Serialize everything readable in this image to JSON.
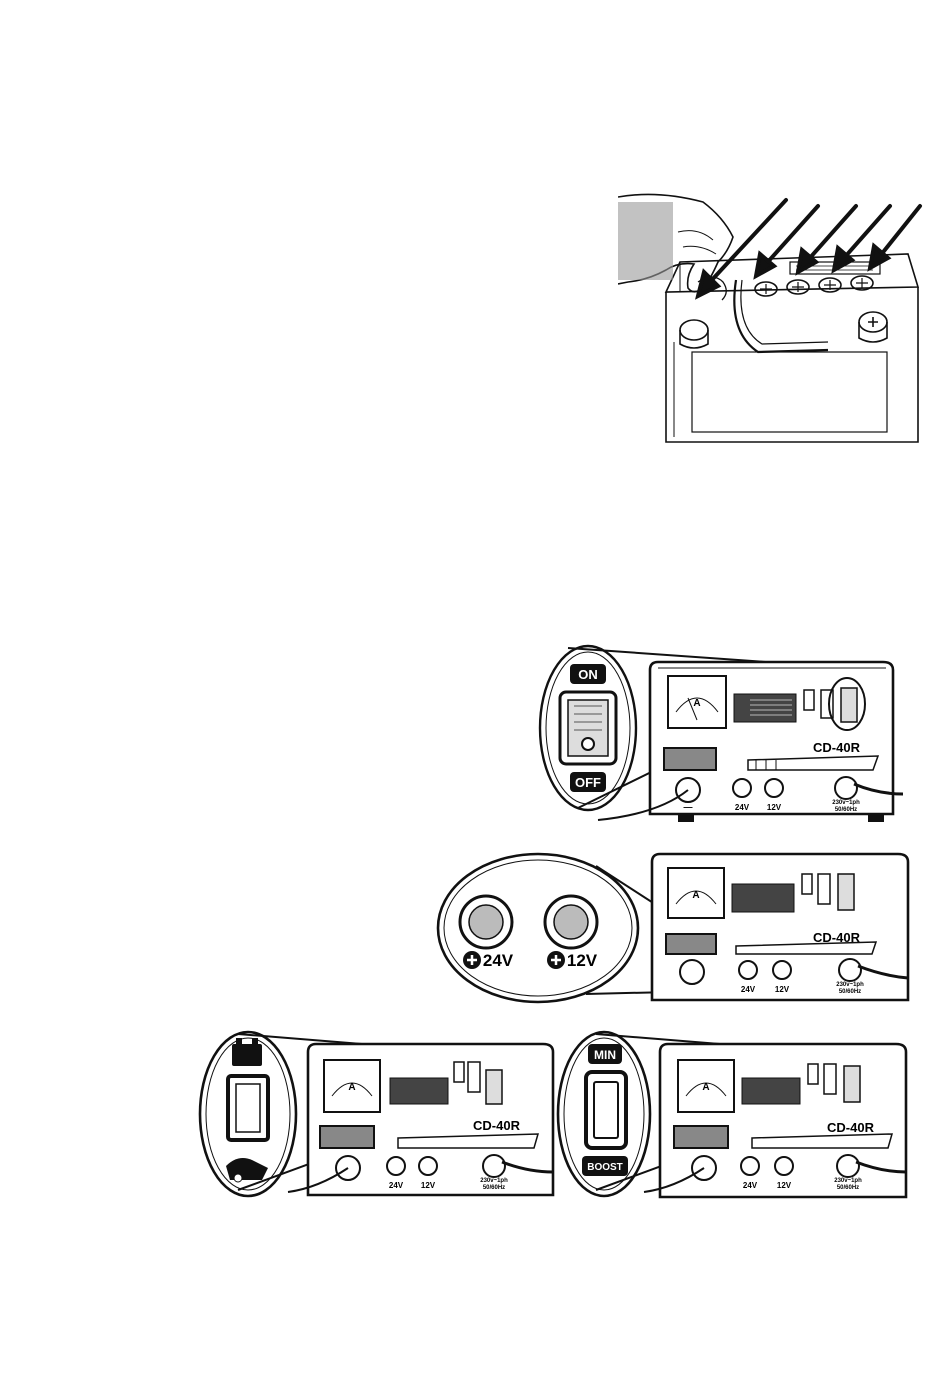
{
  "charger": {
    "model": "CD-40R",
    "meter_unit": "A",
    "output_24v": "24V",
    "output_12v": "12V",
    "mains_line1": "230v~1ph",
    "mains_line2": "50/60Hz",
    "negative_sign": "—"
  },
  "switches": {
    "on": "ON",
    "off": "OFF",
    "min": "MIN",
    "boost": "BOOST"
  },
  "zoom": {
    "plus_24v": "24V",
    "plus_12v": "12V"
  },
  "colors": {
    "ink": "#111111",
    "paper": "#ffffff",
    "shade": "#9a9a9a"
  }
}
